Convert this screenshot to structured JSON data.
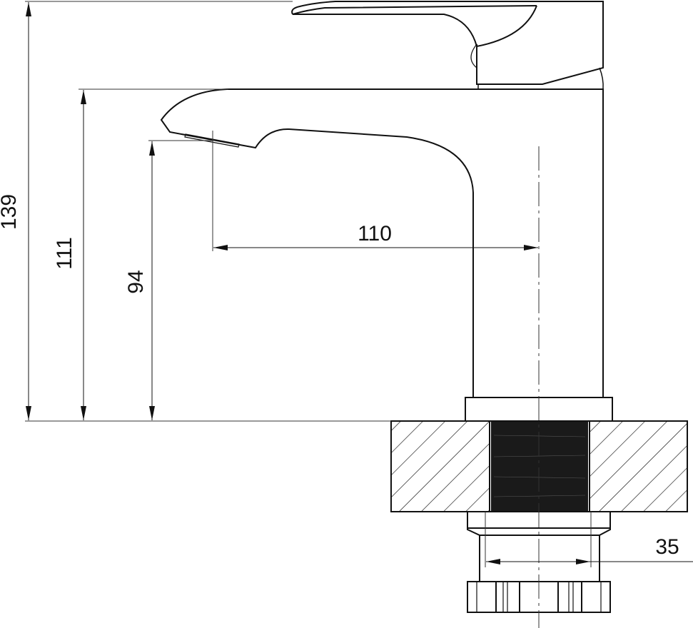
{
  "drawing": {
    "title": "Basin mixer faucet side view with dimensions",
    "dimensions": {
      "overall_height": "139",
      "body_height": "111",
      "spout_outlet_height": "94",
      "spout_reach": "110",
      "mounting_hole_diameter": "35"
    },
    "colors": {
      "line": "#111111",
      "thread": "#1a1a1a"
    }
  }
}
